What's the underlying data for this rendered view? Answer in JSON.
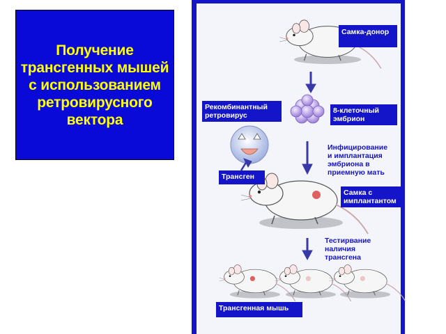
{
  "title": "Получение трансгенных мышей с использованием ретровирусного вектора",
  "labels": {
    "donor": "Самка-донор",
    "recombinant": "Рекомбинантный\nретровирус",
    "embryo": "8-клеточный\nэмбрион",
    "transgene": "Трансген",
    "implant_female": "Самка с\nимплантантом",
    "transgenic_mouse": "Трансгенная мышь"
  },
  "notes": {
    "infection": "Инфицирование\nи имплантация\nэмбриона в\nприемную мать",
    "testing": "Тестирвание\nналичия\nтрансгена"
  },
  "colors": {
    "title_bg": "#0a0ad8",
    "title_text": "#ffff00",
    "frame": "#1414c8",
    "label_bg": "#1414c8",
    "label_text": "#ffffff",
    "arrow": "#3838a8",
    "implant_spot": "#e06060",
    "virus_core": "#f0a090"
  }
}
